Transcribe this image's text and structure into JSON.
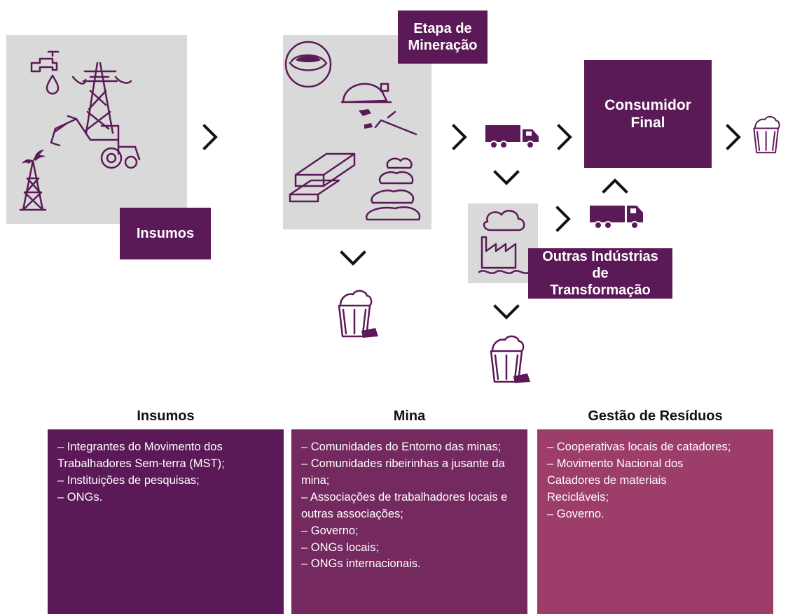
{
  "diagram": {
    "insumos_label": "Insumos",
    "mineracao_label": "Etapa de Mineração",
    "consumidor_label": "Consumidor Final",
    "outras_label": "Outras Indústrias de Transformação"
  },
  "columns": [
    {
      "title": "Insumos",
      "color": "#5b1a57",
      "items": [
        "– Integrantes do Movimento dos Trabalhadores Sem-terra (MST);",
        "– Instituições de pesquisas;",
        "– ONGs."
      ]
    },
    {
      "title": "Mina",
      "color": "#74295f",
      "items": [
        "– Comunidades do Entorno das minas;",
        "– Comunidades ribeirinhas a jusante da mina;",
        "– Associações de trabalhadores locais e outras associações;",
        "– Governo;",
        "– ONGs locais;",
        "– ONGs internacionais."
      ]
    },
    {
      "title": "Gestão de Resíduos",
      "color": "#9c3d6a",
      "items": [
        "– Cooperativas locais de catadores;",
        "– Movimento Nacional dos Catadores de materiais Recicláveis;",
        "– Governo."
      ]
    }
  ],
  "icons": [
    "faucet-icon",
    "power-tower-icon",
    "oil-derrick-icon",
    "backhoe-icon",
    "ore-pan-icon",
    "miner-helmet-icon",
    "pickaxe-icon",
    "gold-bars-icon",
    "rock-pile-icon",
    "truck-icon",
    "factory-icon",
    "trash-bin-icon",
    "chevron-right-icon",
    "chevron-down-icon",
    "chevron-up-icon"
  ]
}
